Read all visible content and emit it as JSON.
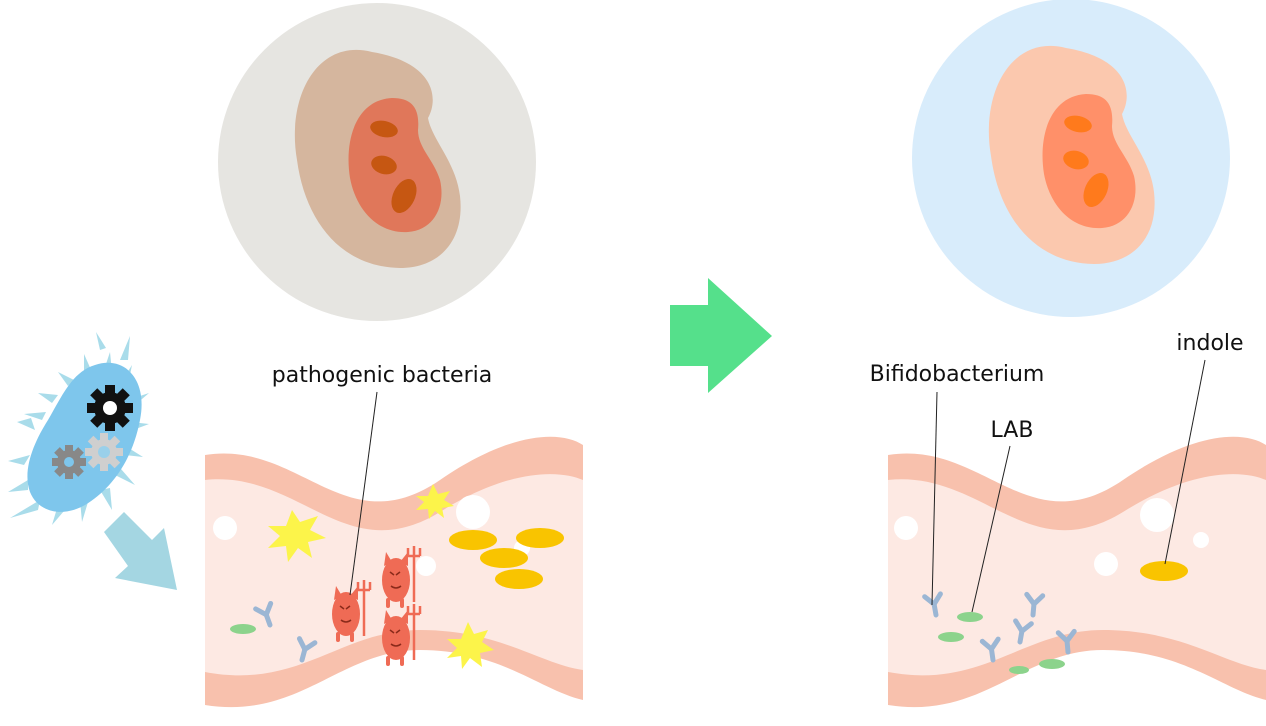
{
  "labels": {
    "pathogenic": "pathogenic bacteria",
    "bifido": "Bifidobacterium",
    "lab": "LAB",
    "indole": "indole"
  },
  "colors": {
    "left_circle_bg": "#e6e5e1",
    "right_circle_bg": "#d8ecfb",
    "left_kidney_outer": "#d5b69e",
    "left_kidney_inner": "#e0775a",
    "left_kidney_spots": "#c65712",
    "right_kidney_outer": "#fbc8ae",
    "right_kidney_inner": "#ff9069",
    "right_kidney_spots": "#ff7a1c",
    "gut_wall": "#f8c1ad",
    "gut_lumen": "#fde9e3",
    "arrow_green": "#55e08b",
    "arrow_light_blue": "#a4d6e2",
    "bacterium_body": "#7ec6ec",
    "bacterium_fringe": "#a9dcea",
    "pathogen_red": "#ef6b55",
    "toxin_yellow": "#fcf44a",
    "indole_yellow": "#f9c400",
    "bifido_blue": "#9bb6d4",
    "lab_green": "#8cd38c"
  },
  "icons": [
    "gear-icon",
    "kidney-icon",
    "bacterium-icon",
    "devil-bacteria-icon",
    "toxin-burst-icon",
    "arrow-right-icon"
  ]
}
